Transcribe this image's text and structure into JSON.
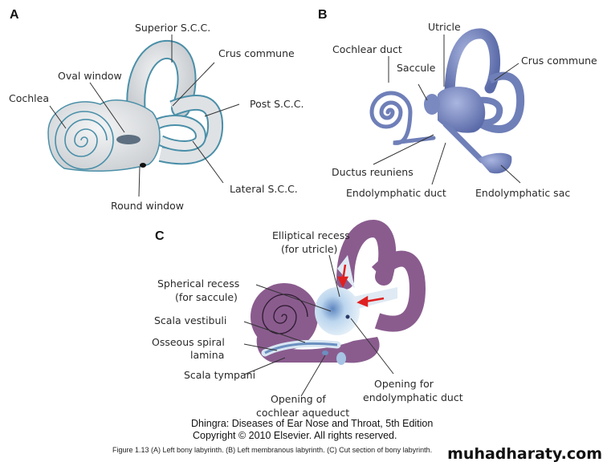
{
  "panels": {
    "a": {
      "letter": "A",
      "title": "Left bony labyrinth",
      "labels": {
        "superior_scc": "Superior S.C.C.",
        "crus_commune": "Crus commune",
        "oval_window": "Oval window",
        "cochlea": "Cochlea",
        "post_scc": "Post S.C.C.",
        "lateral_scc": "Lateral S.C.C.",
        "round_window": "Round window"
      }
    },
    "b": {
      "letter": "B",
      "title": "Left membranous labyrinth",
      "labels": {
        "utricle": "Utricle",
        "cochlear_duct": "Cochlear duct",
        "crus_commune": "Crus commune",
        "saccule": "Saccule",
        "ductus_reuniens": "Ductus reuniens",
        "endolymphatic_duct": "Endolymphatic duct",
        "endolymphatic_sac": "Endolymphatic sac"
      }
    },
    "c": {
      "letter": "C",
      "title": "Cut section of bony labyrinth",
      "labels": {
        "elliptical_recess_1": "Elliptical recess",
        "elliptical_recess_2": "(for utricle)",
        "spherical_recess_1": "Spherical recess",
        "spherical_recess_2": "(for saccule)",
        "scala_vestibuli": "Scala vestibuli",
        "osseous_spiral_1": "Osseous spiral",
        "osseous_spiral_2": "lamina",
        "scala_tympani": "Scala tympani",
        "opening_endolymphatic_1": "Opening for",
        "opening_endolymphatic_2": "endolymphatic duct",
        "opening_cochlear_1": "Opening of",
        "opening_cochlear_2": "cochlear aqueduct"
      }
    }
  },
  "credit": {
    "line1": "Dhingra: Diseases of Ear Nose and Throat, 5th Edition",
    "line2": "Copyright © 2010 Elsevier. All rights reserved."
  },
  "caption": "Figure 1.13 (A) Left bony labyrinth. (B) Left membranous labyrinth. (C) Cut section of bony labyrinth.",
  "watermark": "muhadharaty.com",
  "colors": {
    "bony_fill": "#dcdfe2",
    "bony_outline": "#4a8fa8",
    "membranous": "#6f7fb8",
    "cut_section": "#8a5c8e",
    "vestibule": "#cfe3f3",
    "arrow": "#e02020"
  }
}
